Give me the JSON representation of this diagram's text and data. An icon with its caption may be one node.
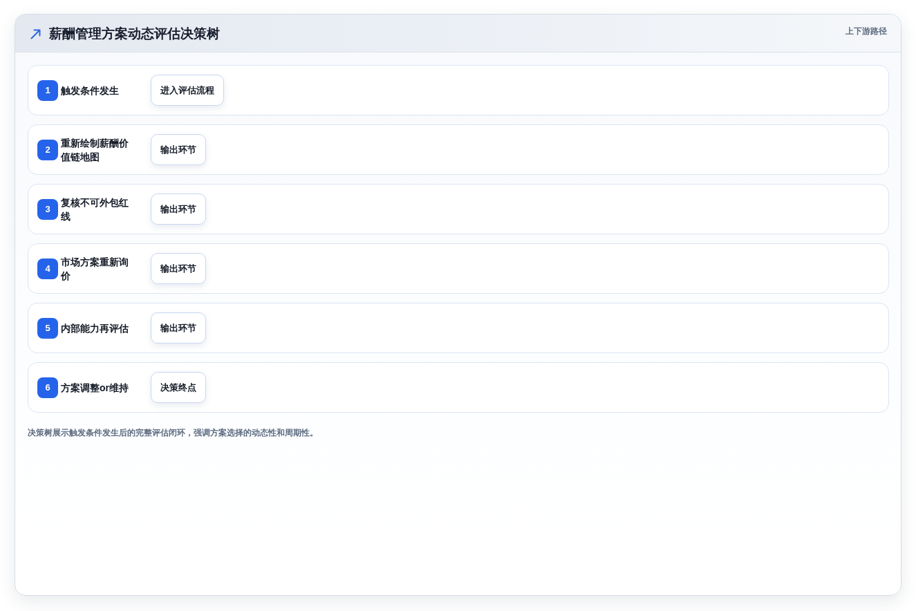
{
  "diagram": {
    "title": "薪酬管理方案动态评估决策树",
    "caption": "决策树展示触发条件发生后的完整评估闭环，强调方案选择的动态性和周期性。",
    "nodes": [
      {
        "text": [
          "触发条件发生"
        ]
      },
      {
        "text": [
          "1"
        ],
        "in": 0
      },
      {
        "text": [
          "进入评估流程"
        ],
        "in": 0
      },
      {
        "text": [
          "重新绘制薪酬价值链地图"
        ]
      },
      {
        "text": [
          "2"
        ],
        "in": 3
      },
      {
        "text": [
          "输出环节"
        ],
        "in": 3
      },
      {
        "text": [
          "复核不可外包红线"
        ]
      },
      {
        "text": [
          "3"
        ],
        "in": 6
      },
      {
        "text": [
          "输出环节"
        ],
        "in": 6
      },
      {
        "text": [
          "市场方案重新询价"
        ]
      },
      {
        "text": [
          "4"
        ],
        "in": 9
      },
      {
        "text": [
          "输出环节"
        ],
        "in": 9
      },
      {
        "text": [
          "内部能力再评估"
        ]
      },
      {
        "text": [
          "5"
        ],
        "in": 12
      },
      {
        "text": [
          "输出环节"
        ],
        "in": 12
      },
      {
        "text": [
          "方案调整or维持"
        ]
      },
      {
        "text": [
          "6"
        ],
        "in": 15
      },
      {
        "text": [
          "决策终点"
        ],
        "in": 15
      }
    ],
    "labels": [
      "上下游路径"
    ]
  }
}
